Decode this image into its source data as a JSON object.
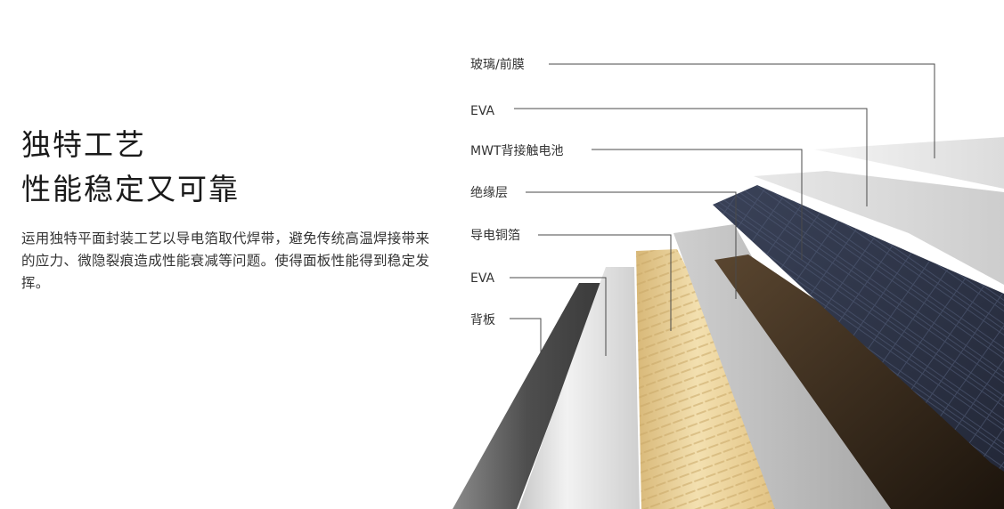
{
  "heading": {
    "line1": "独特工艺",
    "line2": "性能稳定又可靠"
  },
  "description": "运用独特平面封装工艺以导电箔取代焊带，避免传统高温焊接带来的应力、微隐裂痕造成性能衰减等问题。使得面板性能得到稳定发挥。",
  "layers": [
    {
      "label": "玻璃/前膜",
      "color": "#e9e9e9"
    },
    {
      "label": "EVA",
      "color": "#d6d6d6"
    },
    {
      "label": "MWT背接触电池",
      "color": "#2c3447"
    },
    {
      "label": "绝缘层",
      "color": "#4a3a28"
    },
    {
      "label": "导电铜箔",
      "color": "#e6cd92"
    },
    {
      "label": "EVA",
      "color": "#e2e2e2"
    },
    {
      "label": "背板",
      "color": "#5a5a5a"
    }
  ]
}
